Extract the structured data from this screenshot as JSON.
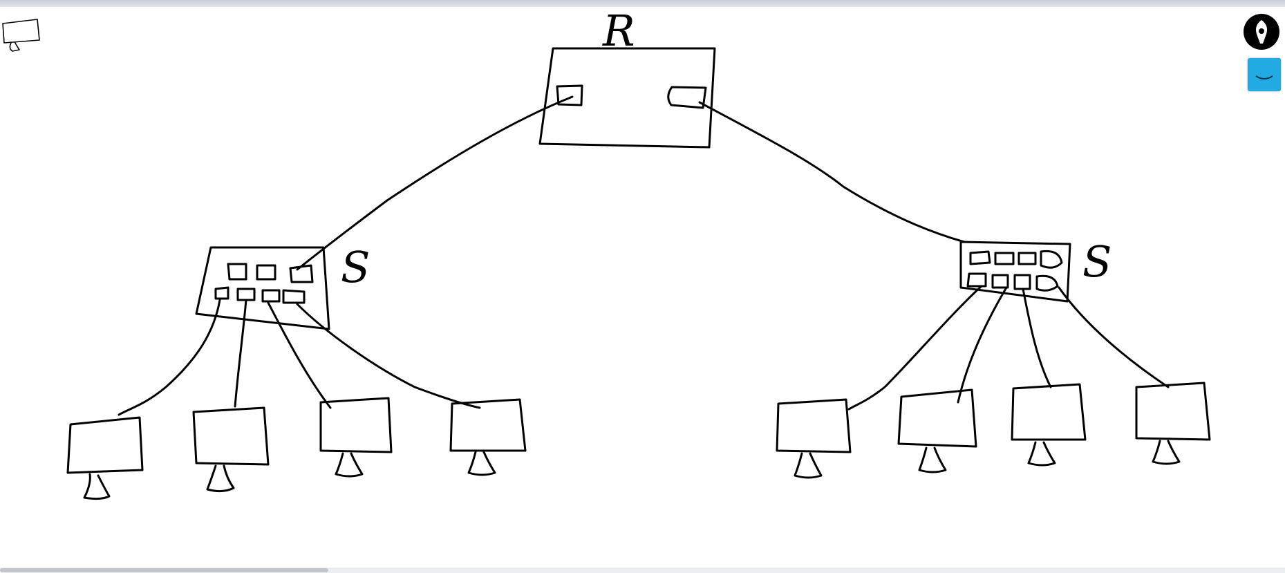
{
  "diagram": {
    "router_label": "R",
    "left_switch_label": "S",
    "right_switch_label": "S"
  },
  "tools": {
    "pen_icon": "pen-nib-icon",
    "shape_icon": "smile-icon"
  },
  "colors": {
    "ink": "#000000",
    "tool_accent": "#22aae3"
  }
}
